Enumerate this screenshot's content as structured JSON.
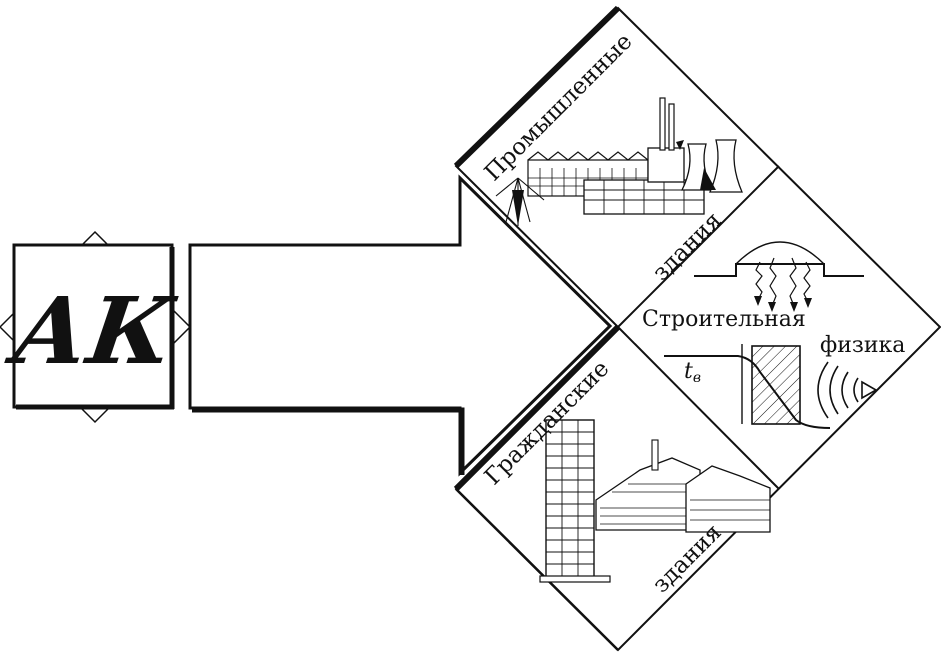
{
  "logo": {
    "letters": "АК"
  },
  "quadrants": {
    "industrial": {
      "line1": "Промышленные",
      "line2": "здания"
    },
    "physics": {
      "line1": "Строительная",
      "line2": "физика",
      "symbol": "t",
      "symbol_sub": "в"
    },
    "civil": {
      "line1": "Гражданские",
      "line2": "здания"
    }
  },
  "colors": {
    "ink": "#111111",
    "paper": "#ffffff"
  }
}
